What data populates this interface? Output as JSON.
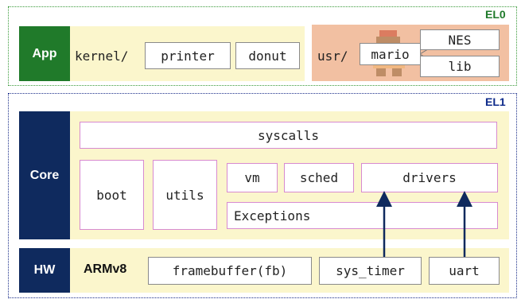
{
  "el0": {
    "label": "EL0",
    "app_tag": "App",
    "kernel_prefix": "kernel/",
    "kernel_items": [
      "printer",
      "donut"
    ],
    "usr_prefix": "usr/",
    "mario": "mario",
    "nes": "NES",
    "lib": "lib"
  },
  "el1": {
    "label": "EL1",
    "core_tag": "Core",
    "syscalls": "syscalls",
    "boot": "boot",
    "utils": "utils",
    "vm": "vm",
    "sched": "sched",
    "drivers": "drivers",
    "exceptions": "Exceptions",
    "hw_tag": "HW",
    "arch": "ARMv8",
    "hw_items": [
      "framebuffer(fb)",
      "sys_timer",
      "uart"
    ]
  },
  "colors": {
    "el0_border": "#3a9a3a",
    "el1_border": "#1c2f8a",
    "app_tag": "#207a2a",
    "core_tag": "#0f2a5e",
    "panel": "#fbf6cc",
    "usr_panel": "#f2c0a2",
    "arrow": "#0f2a5e"
  },
  "icons": [
    "mario-sprite-icon"
  ]
}
